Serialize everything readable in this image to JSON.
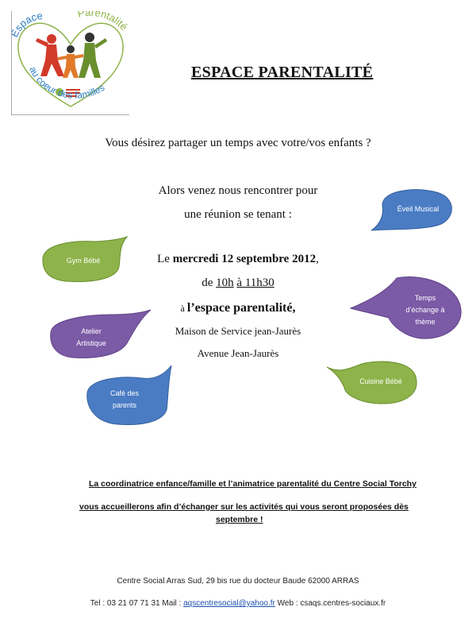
{
  "logo": {
    "arc_top_left": "Espace",
    "arc_top_right": "Parentalité",
    "arc_bottom": "au coeur des familles"
  },
  "title": "ESPACE PARENTALITÉ",
  "intro": "Vous désirez partager un temps avec votre/vos enfants ?",
  "invite_line1": "Alors venez nous rencontrer pour",
  "invite_line2": "une réunion se tenant :",
  "date": {
    "prefix": "Le ",
    "value": "mercredi 12 septembre 2012",
    "suffix": ","
  },
  "time": {
    "prefix": "de ",
    "start": "10h",
    "sep": " ",
    "to": "à 11h30"
  },
  "place": {
    "prefix": "à ",
    "name": "l’espace parentalité,"
  },
  "address_line1": "Maison de Service jean-Jaurès",
  "address_line2": "Avenue Jean-Jaurès",
  "bubbles": {
    "eveil": "Éveil Musical",
    "gym": "Gym Bébé",
    "temps_1": "Temps",
    "temps_2": "d’échange à",
    "temps_3": "thème",
    "atelier_1": "Atelier",
    "atelier_2": "Artistique",
    "cuisine": "Cuisine Bébé",
    "cafe_1": "Café des",
    "cafe_2": "parents"
  },
  "message_line1": "La coordinatrice enfance/famille et l’animatrice parentalité du Centre Social Torchy",
  "message_line2": "vous accueillerons afin d’échanger sur les activités qui vous seront proposées dès",
  "message_line3": "septembre !",
  "footer": {
    "address": "Centre Social Arras Sud, 29 bis rue du docteur Baude 62000 ARRAS",
    "tel_label": "Tel : 03 21 07 71 31 Mail : ",
    "email": "aqscentresocial@yahoo.fr",
    "web_label": " Web : csaqs.centres-sociaux.fr"
  },
  "colors": {
    "green": "#8DB34A",
    "purple": "#7B5AA6",
    "blue": "#4A7CC4",
    "orange": "#E07A2A",
    "red": "#D23A2A"
  }
}
